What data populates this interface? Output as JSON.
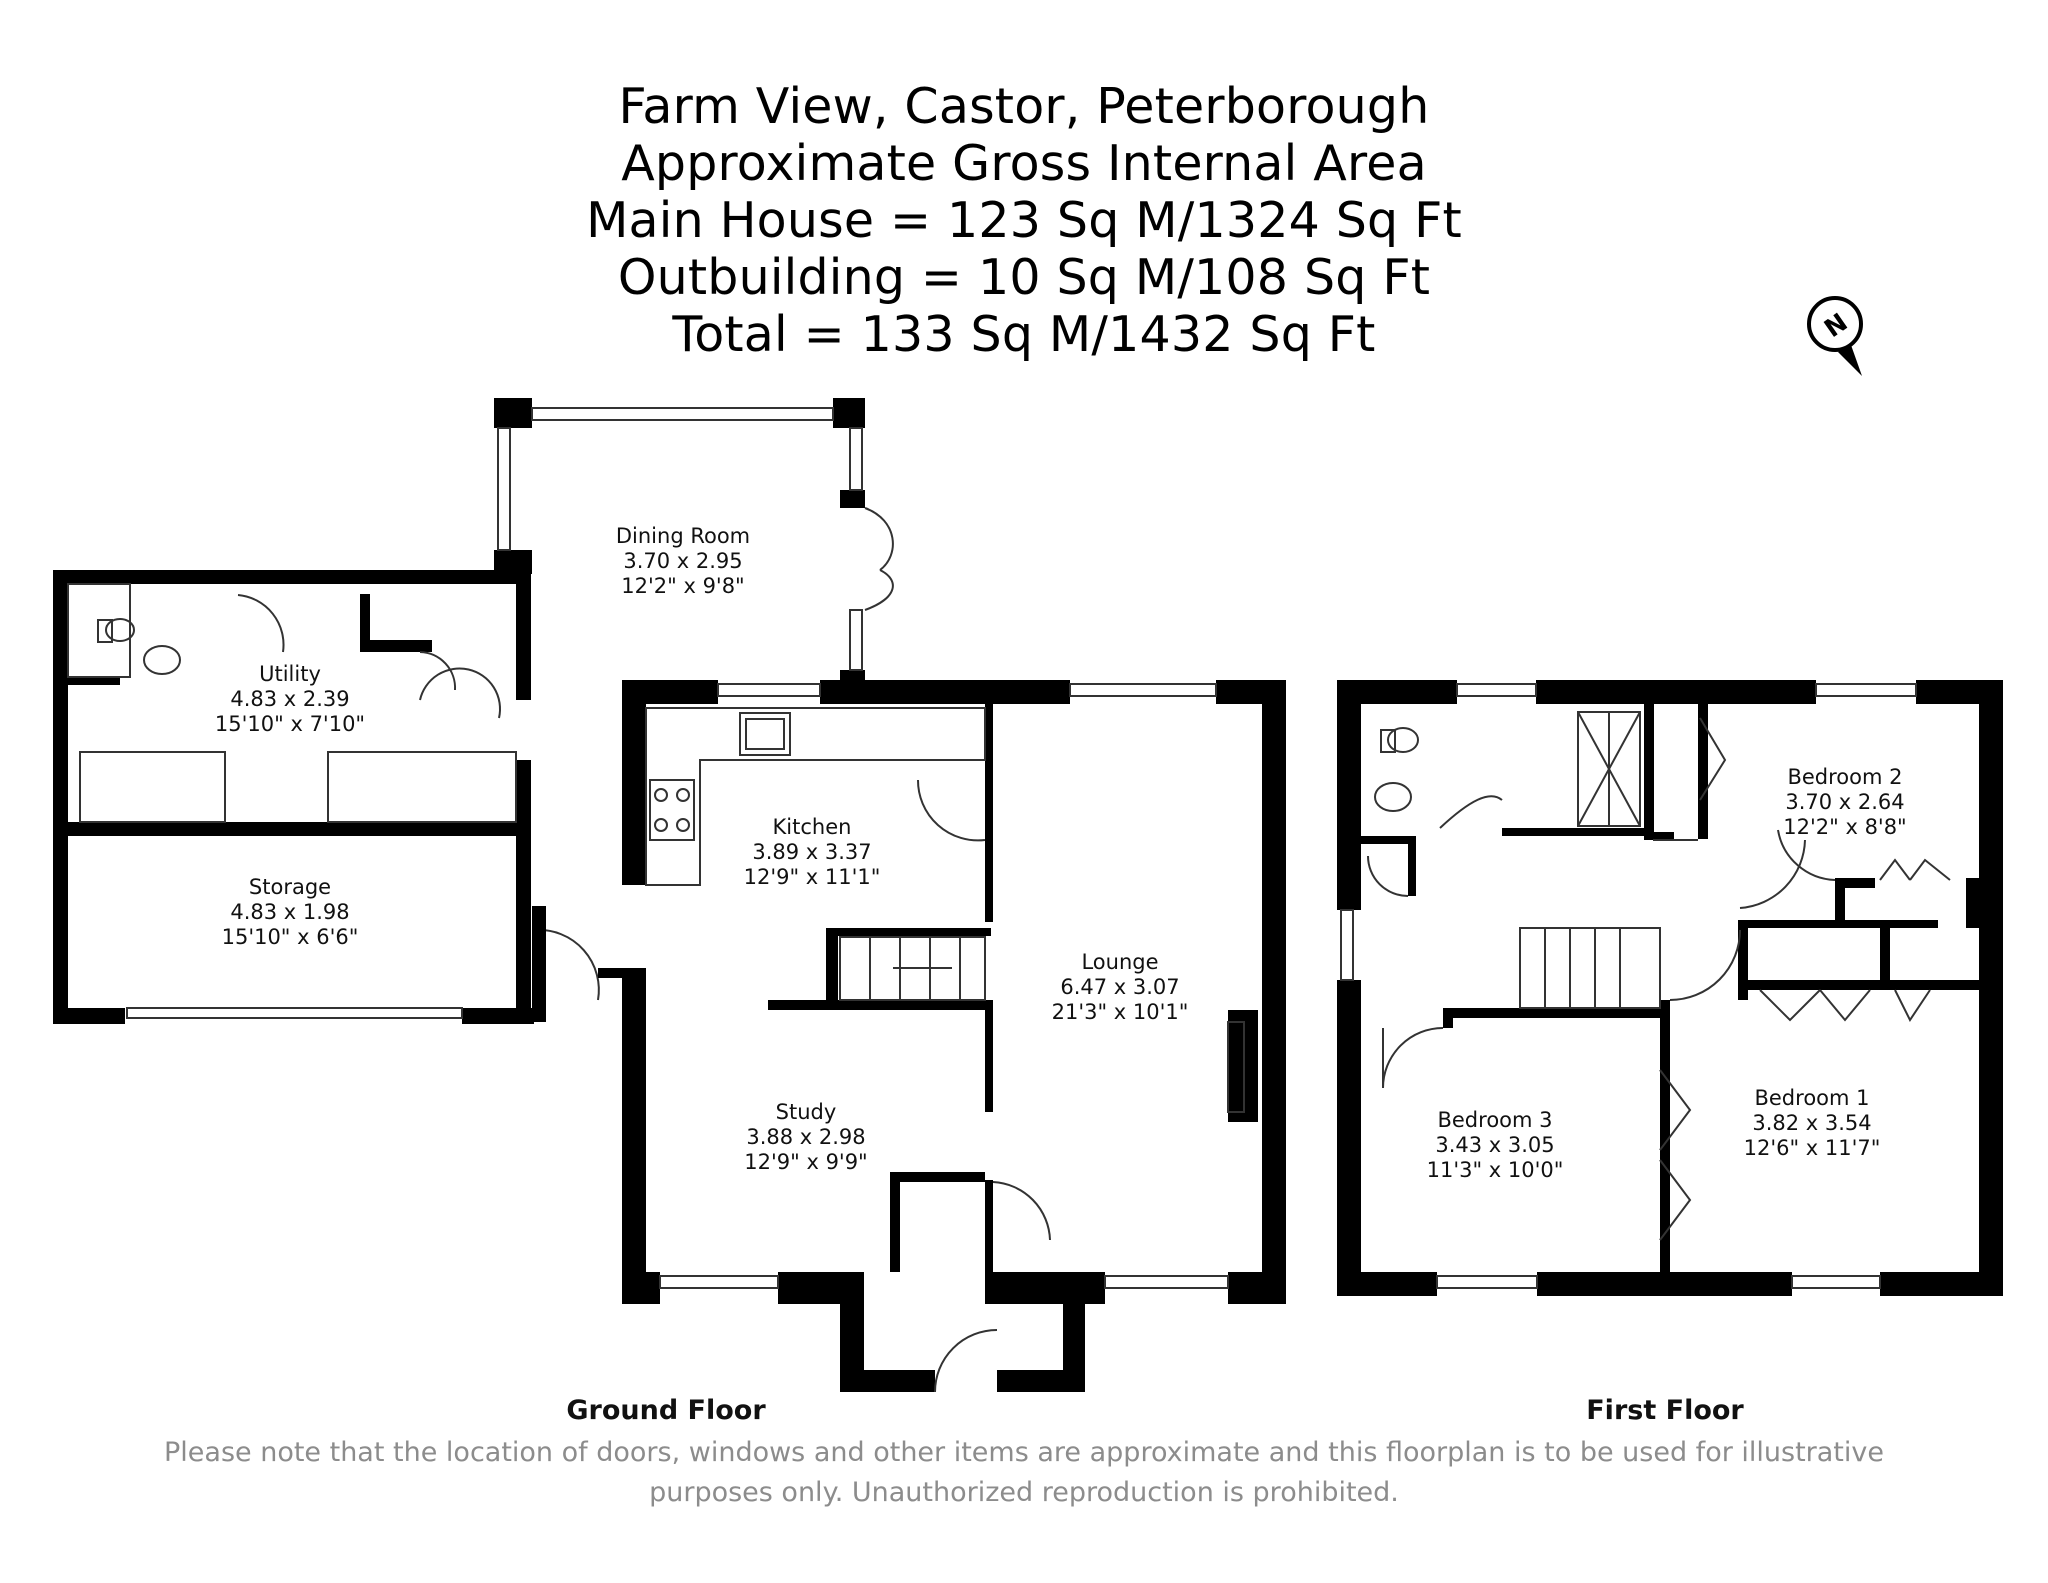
{
  "title": {
    "lines": [
      "Farm View, Castor, Peterborough",
      "Approximate Gross Internal Area",
      "Main House = 123 Sq M/1324 Sq Ft",
      "Outbuilding = 10 Sq M/108 Sq Ft",
      "Total = 133 Sq M/1432 Sq Ft"
    ]
  },
  "compass": {
    "letter": "N"
  },
  "ground_floor": {
    "label": "Ground Floor",
    "rooms": [
      {
        "id": "dining-room",
        "name": "Dining Room",
        "metric": "3.70 x 2.95",
        "imperial": "12'2\" x 9'8\""
      },
      {
        "id": "utility",
        "name": "Utility",
        "metric": "4.83 x 2.39",
        "imperial": "15'10\" x 7'10\""
      },
      {
        "id": "storage",
        "name": "Storage",
        "metric": "4.83 x 1.98",
        "imperial": "15'10\" x 6'6\""
      },
      {
        "id": "kitchen",
        "name": "Kitchen",
        "metric": "3.89 x 3.37",
        "imperial": "12'9\" x 11'1\""
      },
      {
        "id": "lounge",
        "name": "Lounge",
        "metric": "6.47 x 3.07",
        "imperial": "21'3\" x 10'1\""
      },
      {
        "id": "study",
        "name": "Study",
        "metric": "3.88 x 2.98",
        "imperial": "12'9\" x 9'9\""
      }
    ]
  },
  "first_floor": {
    "label": "First Floor",
    "rooms": [
      {
        "id": "bedroom-2",
        "name": "Bedroom 2",
        "metric": "3.70 x 2.64",
        "imperial": "12'2\" x 8'8\""
      },
      {
        "id": "bedroom-3",
        "name": "Bedroom 3",
        "metric": "3.43 x 3.05",
        "imperial": "11'3\" x 10'0\""
      },
      {
        "id": "bedroom-1",
        "name": "Bedroom 1",
        "metric": "3.82 x 3.54",
        "imperial": "12'6\" x 11'7\""
      }
    ]
  },
  "disclaimer": {
    "line1": "Please note that the location of doors, windows and other items are approximate and this floorplan is to be used for illustrative",
    "line2": "purposes only. Unauthorized reproduction is prohibited."
  },
  "colors": {
    "wall": "#000000",
    "fixture_line": "#333333",
    "disclaimer_text": "#8c8c8c",
    "background": "#ffffff"
  }
}
